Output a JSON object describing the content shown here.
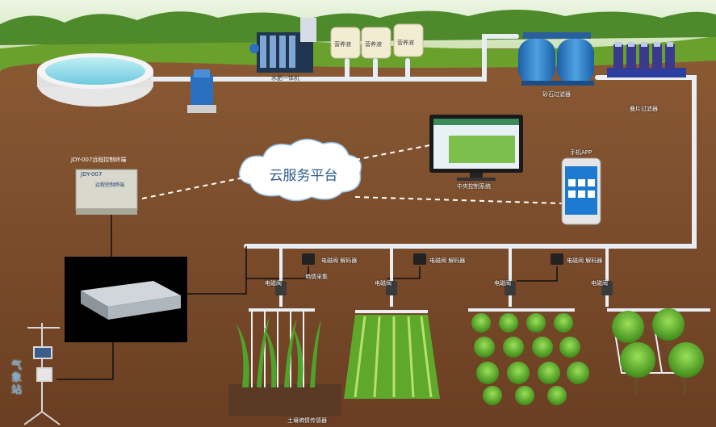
{
  "cloud_label": "云服务平台",
  "weather_station_label": "气象站",
  "labels": {
    "tank_1": "营养液",
    "tank_2": "营养液",
    "tank_3": "营养液",
    "mixer": "水肥一体机",
    "sand_filter": "砂石过滤器",
    "disc_filter": "叠片过滤器",
    "controller_title": "JDY-007远程控制终端",
    "controller_face": "远程控制终端",
    "controller_model": "JDY-007",
    "monitor": "中央控制系统",
    "phone": "手机APP",
    "decoder_1": "电磁阀 解码器",
    "decoder_2": "电磁阀 解码器",
    "decoder_3": "电磁阀 解码器",
    "valve_1": "电磁阀",
    "valve_2": "电磁阀",
    "valve_3": "电磁阀",
    "valve_4": "电磁阀",
    "soil_sensor": "土壤墒情传感器",
    "soil_sensor_2": "墒情采集"
  },
  "colors": {
    "sky": "#dcecc8",
    "grass": "#6aa12d",
    "soil": "#7a4a2c",
    "pipe": "#e8eef4",
    "cloud_text": "#2a5c8a",
    "station_text": "#5ab0e6"
  }
}
